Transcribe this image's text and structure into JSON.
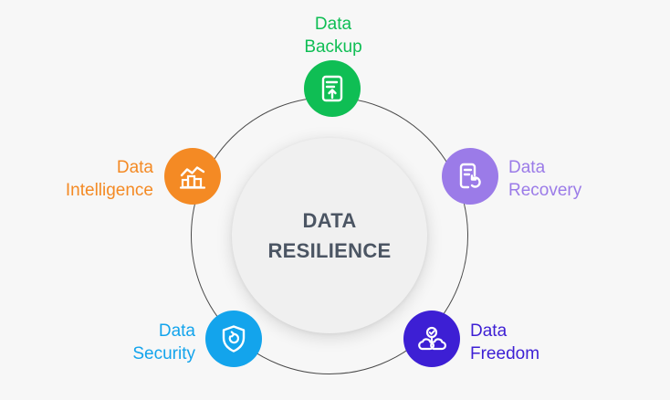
{
  "center": {
    "line1": "DATA",
    "line2": "RESILIENCE",
    "color": "#4b5563"
  },
  "nodes": {
    "backup": {
      "line1": "Data",
      "line2": "Backup",
      "color": "#0fbe54",
      "icon": "document-upload-icon"
    },
    "recovery": {
      "line1": "Data",
      "line2": "Recovery",
      "color": "#9b7be8",
      "icon": "document-restore-icon"
    },
    "freedom": {
      "line1": "Data",
      "line2": "Freedom",
      "color": "#3d1fd4",
      "icon": "cloud-network-icon"
    },
    "security": {
      "line1": "Data",
      "line2": "Security",
      "color": "#13a4ec",
      "icon": "shield-refresh-icon"
    },
    "intelligence": {
      "line1": "Data",
      "line2": "Intelligence",
      "color": "#f48a24",
      "icon": "analytics-chart-icon"
    }
  }
}
